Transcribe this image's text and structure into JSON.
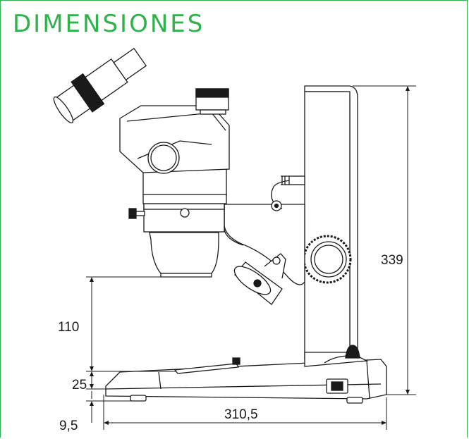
{
  "title": "DIMENSIONES",
  "dimensions": {
    "height_total": "339",
    "objective_height": "110",
    "base_height": "25",
    "foot_height": "9,5",
    "base_width": "310,5"
  },
  "colors": {
    "accent": "#2eb24a",
    "line": "#1a1a1a"
  }
}
